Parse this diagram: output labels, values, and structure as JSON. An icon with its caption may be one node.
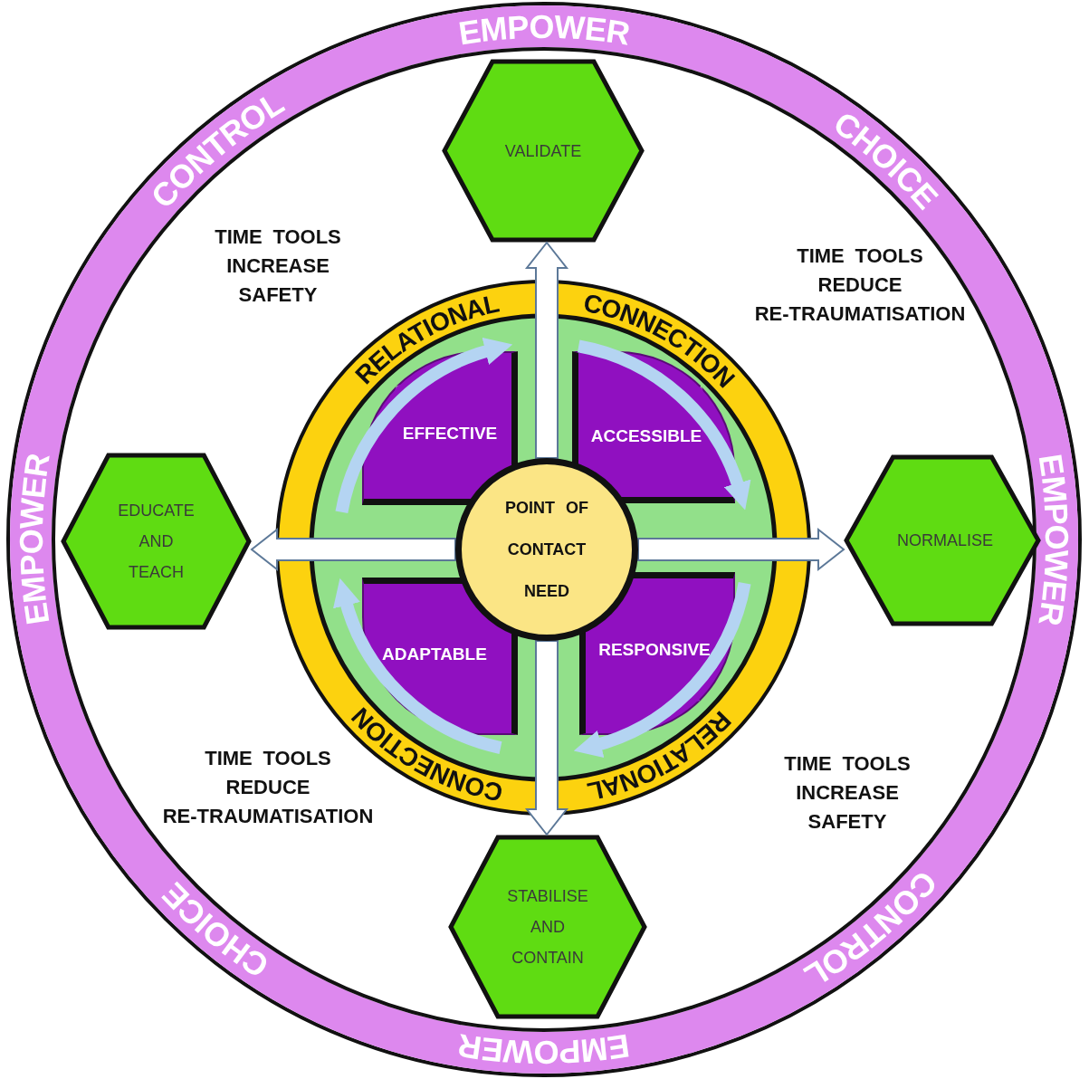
{
  "diagram": {
    "nodes": [
      {
        "text": [
          "EMPOWER",
          "CHOICE",
          "EMPOWER",
          "CONTROL",
          "EMPOWER",
          "CHOICE",
          "EMPOWER",
          "CONTROL"
        ]
      },
      {
        "text": [
          "RELATIONAL",
          "CONNECTION",
          "CONNECTION",
          "RELATIONAL"
        ],
        "in": 0
      },
      {
        "text": [
          "POINT OF CONTACT NEED"
        ],
        "in": 1
      },
      {
        "text": [
          "EFFECTIVE"
        ],
        "in": 1
      },
      {
        "text": [
          "ACCESSIBLE"
        ],
        "in": 1
      },
      {
        "text": [
          "ADAPTABLE"
        ],
        "in": 1
      },
      {
        "text": [
          "RESPONSIVE"
        ],
        "in": 1
      },
      {
        "text": [
          "VALIDATE"
        ],
        "in": 0
      },
      {
        "text": [
          "EDUCATE AND TEACH"
        ],
        "in": 0
      },
      {
        "text": [
          "NORMALISE"
        ],
        "in": 0
      },
      {
        "text": [
          "STABILISE AND CONTAIN"
        ],
        "in": 0
      }
    ],
    "edges": [
      {
        "from": 2,
        "to": 7,
        "arrow": "to"
      },
      {
        "from": 2,
        "to": 8,
        "arrow": "to"
      },
      {
        "from": 2,
        "to": 9,
        "arrow": "to"
      },
      {
        "from": 2,
        "to": 10,
        "arrow": "to"
      }
    ],
    "labels": [
      "TIME TOOLS INCREASE SAFETY",
      "TIME TOOLS REDUCE RE-TRAUMATISATION",
      "TIME TOOLS REDUCE RE-TRAUMATISATION",
      "TIME TOOLS INCREASE SAFETY"
    ]
  }
}
